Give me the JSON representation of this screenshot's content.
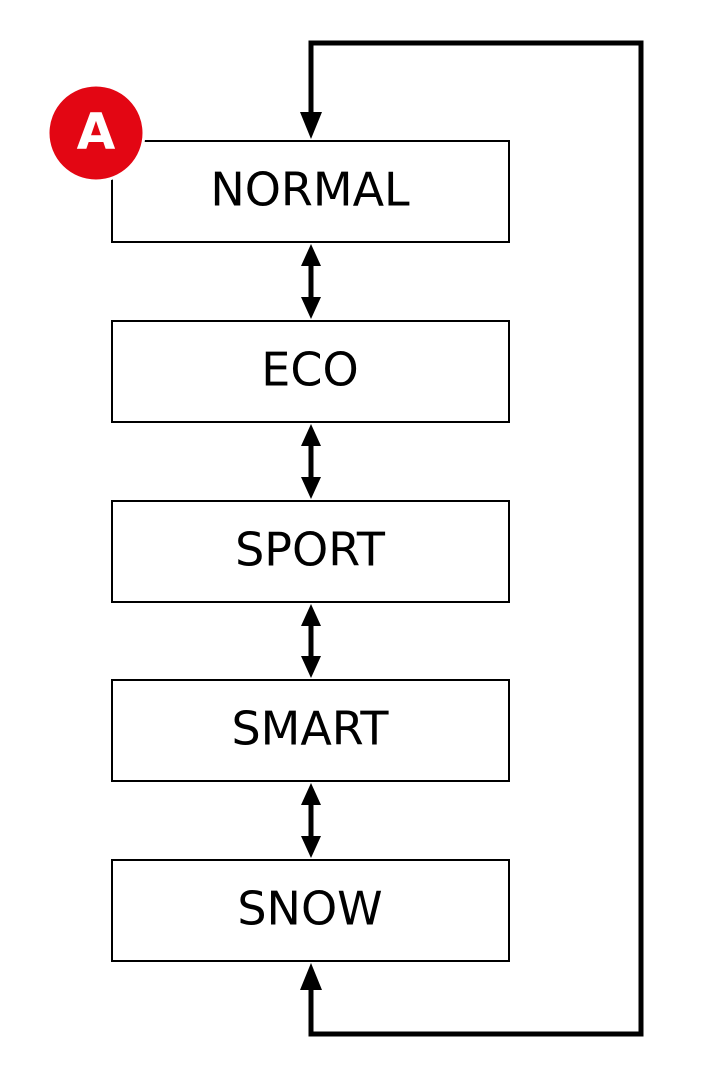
{
  "diagram": {
    "badge": {
      "label": "A",
      "color": "#e30613"
    },
    "modes": [
      {
        "label": "NORMAL"
      },
      {
        "label": "ECO"
      },
      {
        "label": "SPORT"
      },
      {
        "label": "SMART"
      },
      {
        "label": "SNOW"
      }
    ],
    "loop": {
      "from": "SNOW",
      "to": "NORMAL"
    }
  }
}
